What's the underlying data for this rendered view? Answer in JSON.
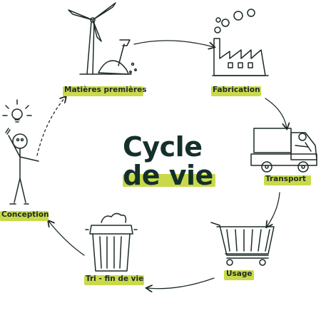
{
  "title": {
    "line1": "Cycle",
    "line2": "de vie"
  },
  "steps": [
    {
      "label": "Matières premières",
      "icon": "wind-turbine-shovel-icon"
    },
    {
      "label": "Fabrication",
      "icon": "factory-icon"
    },
    {
      "label": "Transport",
      "icon": "truck-icon"
    },
    {
      "label": "Usage",
      "icon": "shopping-cart-icon"
    },
    {
      "label": "Tri - fin de vie",
      "icon": "trash-bin-icon"
    },
    {
      "label": "Conception",
      "icon": "person-idea-icon"
    }
  ],
  "colors": {
    "highlight": "#c9d94a",
    "ink": "#1c2a28",
    "title": "#14302b"
  }
}
